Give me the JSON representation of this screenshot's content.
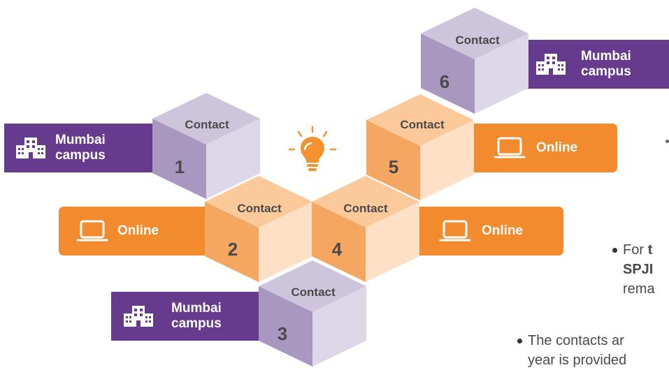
{
  "colors": {
    "purple": "#663a8c",
    "orange": "#f28a2e",
    "lav_top": "#cdc5dc",
    "lav_left": "#a898c0",
    "lav_right": "#ddd7e8",
    "peach_top": "#fbc99a",
    "peach_left": "#f5a761",
    "peach_right": "#fde0c5",
    "bulb": "#f5922f"
  },
  "cubes": [
    {
      "label": "Contact",
      "number": "1",
      "tone": "lavender",
      "icon": "building-icon"
    },
    {
      "label": "Contact",
      "number": "2",
      "tone": "peach"
    },
    {
      "label": "Contact",
      "number": "3",
      "tone": "lavender"
    },
    {
      "label": "Contact",
      "number": "4",
      "tone": "peach"
    },
    {
      "label": "Contact",
      "number": "5",
      "tone": "peach"
    },
    {
      "label": "Contact",
      "number": "6",
      "tone": "lavender"
    }
  ],
  "tags": [
    {
      "text_line1": "Mumbai",
      "text_line2": "campus",
      "icon": "building-icon"
    },
    {
      "text": "Online",
      "icon": "laptop-icon"
    },
    {
      "text_line1": "Mumbai",
      "text_line2": "campus",
      "icon": "building-icon"
    },
    {
      "text": "Online",
      "icon": "laptop-icon"
    },
    {
      "text": "Online",
      "icon": "laptop-icon"
    },
    {
      "text_line1": "Mumbai",
      "text_line2": "campus",
      "icon": "building-icon"
    }
  ],
  "bullets": [
    {
      "prefix": "For ",
      "bold1": "t",
      "bold2": "SPJI",
      "line3": "rema"
    },
    {
      "line1": "The contacts ar",
      "line2": "year is provided"
    }
  ]
}
